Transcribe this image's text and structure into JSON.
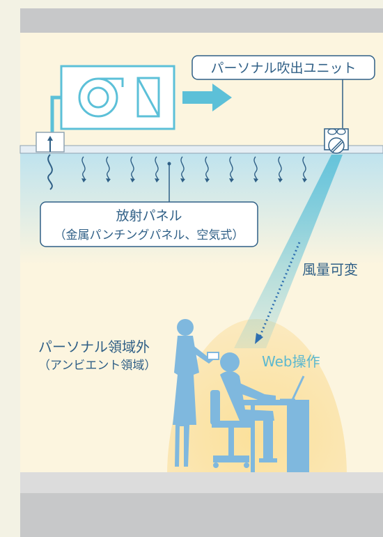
{
  "labels": {
    "personal_unit": "パーソナル吹出ユニット",
    "radiant_panel_line1": "放射パネル",
    "radiant_panel_line2": "（金属パンチングパネル、空気式）",
    "airflow_variable": "風量可変",
    "outside_zone_line1": "パーソナル領域外",
    "outside_zone_line2": "（アンビエント領域）",
    "web_operation": "Web操作"
  },
  "icons": {
    "air_handler": "air-handling-unit",
    "supply_arrow": "arrow-right",
    "unit": "personal-air-outlet",
    "radiant_waves": "wavy-radiant-heat",
    "standing_person": "person-standing",
    "seated_person": "person-seated-at-desk",
    "laptop": "laptop"
  },
  "colors": {
    "outer_bg": "#f3f2e4",
    "ceiling_gray": "#c7c8c9",
    "room_cream": "#fcf5df",
    "cool_zone": "#c6e7f0",
    "accent_blue": "#5cc0d8",
    "figure_blue": "#7fb8de",
    "label_text": "#2f5f86",
    "personal_zone": "#fbe4a3",
    "floor_gray": "#dcdcdc",
    "slab_gray": "#c7c8c9"
  }
}
